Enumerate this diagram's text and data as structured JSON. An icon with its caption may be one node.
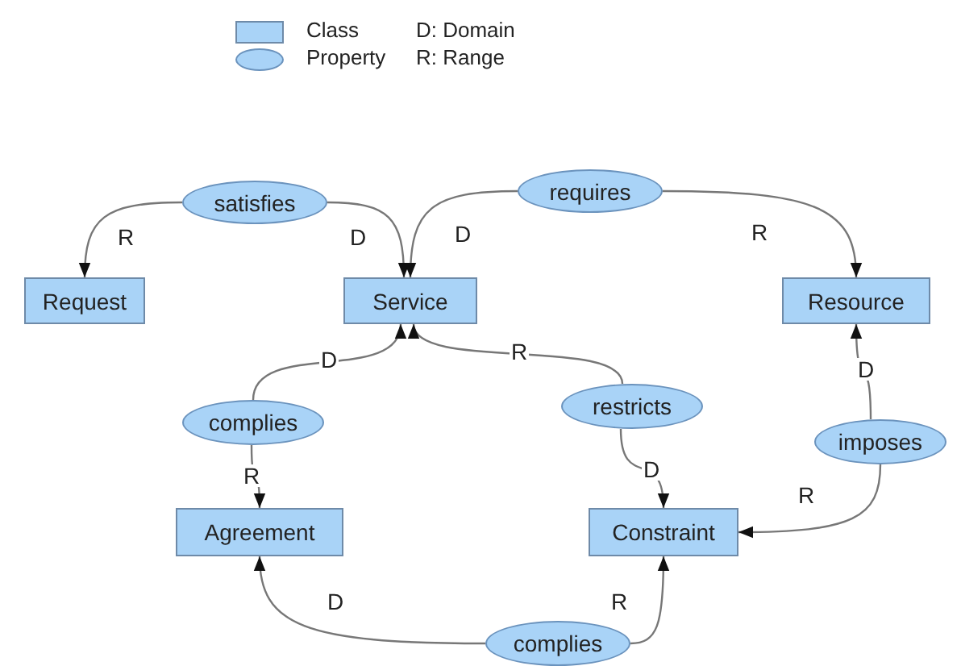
{
  "diagram": {
    "nodes": [
      {
        "text": [
          "satisfies"
        ]
      },
      {
        "text": [
          "requires"
        ]
      },
      {
        "text": [
          "Request"
        ]
      },
      {
        "text": [
          "Service"
        ]
      },
      {
        "text": [
          "Resource"
        ]
      },
      {
        "text": [
          "complies"
        ]
      },
      {
        "text": [
          "restricts"
        ]
      },
      {
        "text": [
          "imposes"
        ]
      },
      {
        "text": [
          "Agreement"
        ]
      },
      {
        "text": [
          "Constraint"
        ]
      },
      {
        "text": [
          "complies"
        ]
      }
    ],
    "edges": [
      {
        "from": 0,
        "to": 2,
        "arrow": "to",
        "label": "R"
      },
      {
        "from": 0,
        "to": 3,
        "arrow": "to",
        "label": "D"
      },
      {
        "from": 1,
        "to": 3,
        "arrow": "to",
        "label": "D"
      },
      {
        "from": 1,
        "to": 4,
        "arrow": "to",
        "label": "R"
      },
      {
        "from": 5,
        "to": 3,
        "arrow": "to",
        "label": "D"
      },
      {
        "from": 5,
        "to": 8,
        "arrow": "to",
        "label": "R"
      },
      {
        "from": 6,
        "to": 3,
        "arrow": "to",
        "label": "R"
      },
      {
        "from": 6,
        "to": 9,
        "arrow": "to",
        "label": "D"
      },
      {
        "from": 7,
        "to": 4,
        "arrow": "to",
        "label": "D"
      },
      {
        "from": 7,
        "to": 9,
        "arrow": "to",
        "label": "R"
      },
      {
        "from": 10,
        "to": 8,
        "arrow": "to",
        "label": "D"
      },
      {
        "from": 10,
        "to": 9,
        "arrow": "to",
        "label": "R"
      }
    ],
    "labels": [
      "D: Domain",
      "R: Range"
    ],
    "legend": [
      {
        "text": "Class"
      },
      {
        "text": "Property"
      }
    ]
  }
}
